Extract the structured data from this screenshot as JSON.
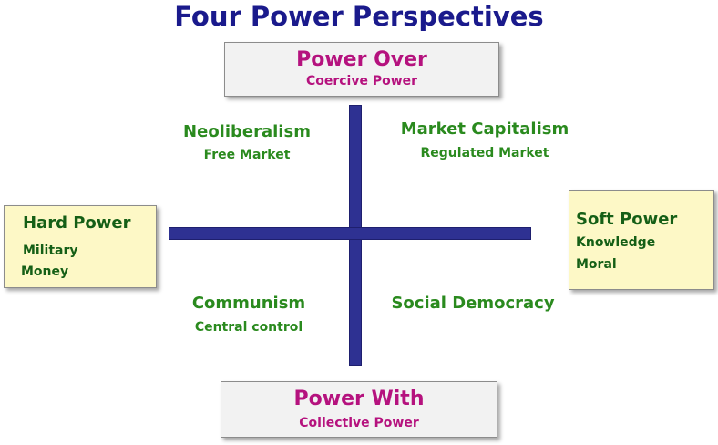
{
  "title": "Four Power Perspectives",
  "top": {
    "main": "Power Over",
    "sub": "Coercive Power"
  },
  "bottom": {
    "main": "Power With",
    "sub": "Collective Power"
  },
  "left": {
    "main": "Hard Power",
    "lines": [
      "Military",
      "Money"
    ]
  },
  "right": {
    "main": "Soft Power",
    "lines": [
      "Knowledge",
      "Moral"
    ]
  },
  "quadrants": {
    "top_left": {
      "main": "Neoliberalism",
      "sub": "Free Market"
    },
    "top_right": {
      "main": "Market Capitalism",
      "sub": "Regulated Market"
    },
    "bottom_left": {
      "main": "Communism",
      "sub": "Central control"
    },
    "bottom_right": {
      "main": "Social Democracy"
    }
  },
  "colors": {
    "title": "#1a1a8c",
    "power_text": "#b5127e",
    "side_text": "#155f16",
    "quadrant_text": "#2a8a1e",
    "axis": "#2e3192",
    "box_grey": "#f2f2f2",
    "box_yellow": "#fdf8c6"
  }
}
